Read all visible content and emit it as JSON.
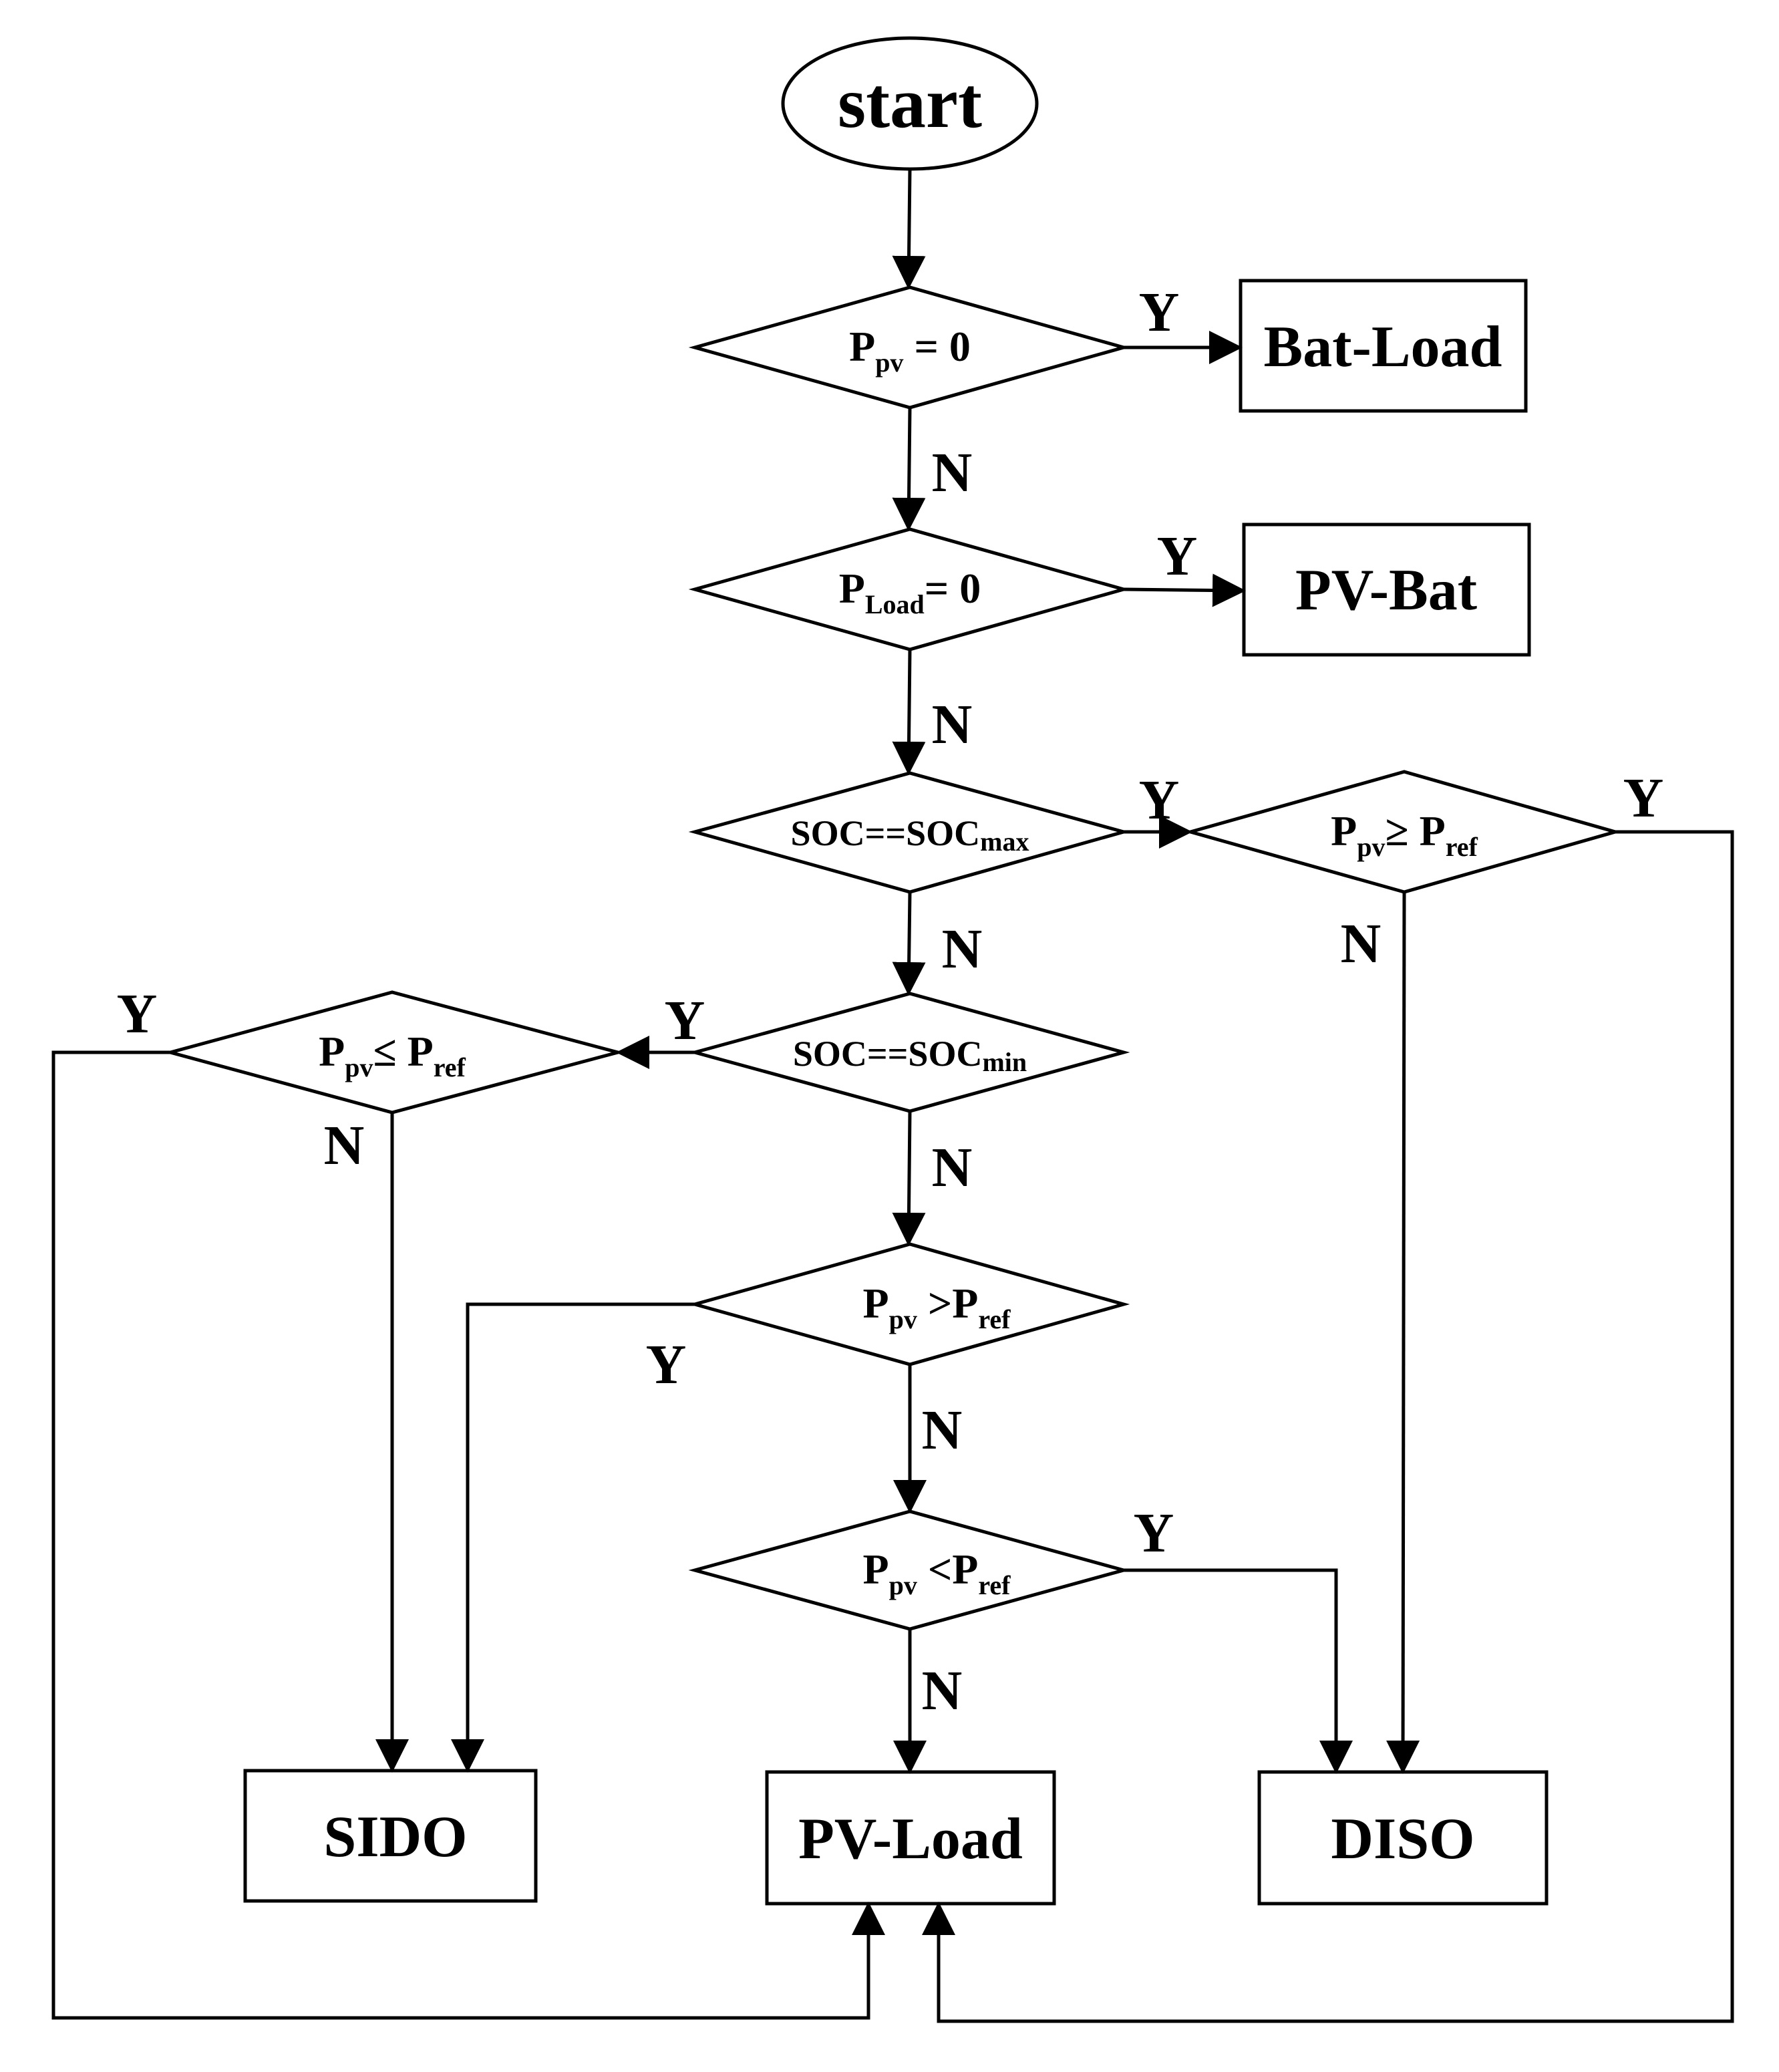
{
  "start": {
    "label": "start"
  },
  "decisions": {
    "ppv_zero": {
      "var": "P",
      "sub": "pv",
      "rest": " = 0"
    },
    "pload_zero": {
      "var": "P",
      "sub": "Load",
      "rest": "= 0"
    },
    "soc_max": {
      "main": "SOC==SOC",
      "sub": "max"
    },
    "soc_min": {
      "main": "SOC==SOC",
      "sub": "min"
    },
    "ppv_ge_pref": {
      "var1": "P",
      "sub1": "pv",
      "op": "≥ ",
      "var2": "P",
      "sub2": "ref"
    },
    "ppv_le_pref": {
      "var1": "P",
      "sub1": "pv",
      "op": "≤ ",
      "var2": "P",
      "sub2": "ref"
    },
    "ppv_gt_pref": {
      "var1": "P",
      "sub1": "pv",
      "op": " >",
      "var2": "P",
      "sub2": "ref"
    },
    "ppv_lt_pref": {
      "var1": "P",
      "sub1": "pv",
      "op": " <",
      "var2": "P",
      "sub2": "ref"
    }
  },
  "modes": {
    "bat_load": "Bat-Load",
    "pv_bat": "PV-Bat",
    "sido": "SIDO",
    "pv_load": "PV-Load",
    "diso": "DISO"
  },
  "branch": {
    "yes": "Y",
    "no": "N"
  }
}
